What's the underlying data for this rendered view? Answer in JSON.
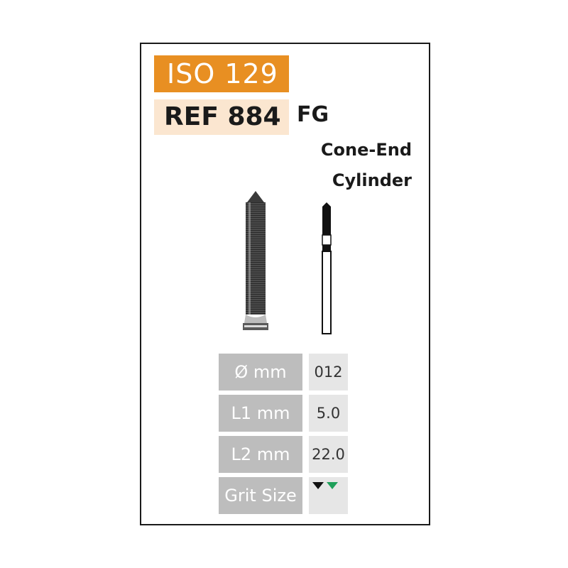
{
  "iso_label": "ISO 129",
  "ref_label": "REF 884",
  "shank_type": "FG",
  "shape_line1": "Cone-End",
  "shape_line2": "Cylinder",
  "specs": [
    {
      "label": "Ø  mm",
      "value": "012"
    },
    {
      "label": "L1 mm",
      "value": "5.0"
    },
    {
      "label": "L2 mm",
      "value": "22.0"
    }
  ],
  "grit_label": "Grit Size",
  "colors": {
    "iso_bg": "#e88f22",
    "ref_bg": "#fbe6d0",
    "label_bg": "#bdbdbd",
    "value_bg": "#e6e6e6",
    "grit_black": "#111111",
    "grit_green": "#1fa05a"
  },
  "icons": {
    "bur_detail": "bur-detail-icon",
    "bur_outline": "bur-outline-icon",
    "grit_black": "black-diamond-icon",
    "grit_green": "green-diamond-icon"
  }
}
